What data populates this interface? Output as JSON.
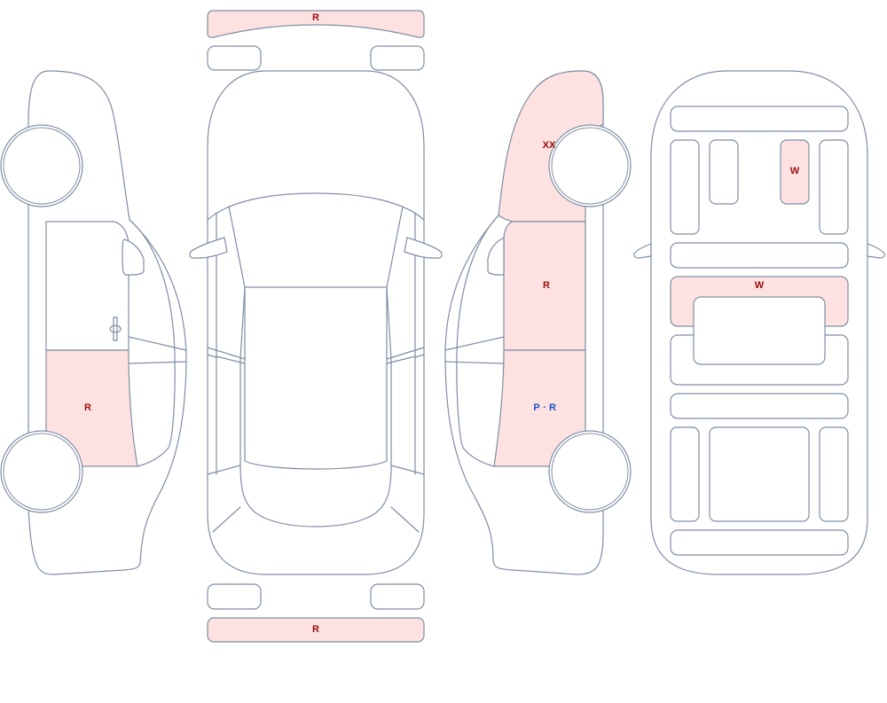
{
  "colors": {
    "outline": "#7f8ea3",
    "damage_fill": "#fde2e1",
    "mark_red": "#9b0d0d",
    "mark_blue": "#1a55c4"
  },
  "marks": {
    "front_bumper": "R",
    "rear_bumper": "R",
    "left_rear_door": "R",
    "right_front_fender": "XX",
    "right_front_door": "R",
    "right_rear_door_paint": "P",
    "right_rear_door_separator": "·",
    "right_rear_door_rust": "R",
    "interior_rear_seat": "W",
    "interior_front_seat": "W"
  }
}
